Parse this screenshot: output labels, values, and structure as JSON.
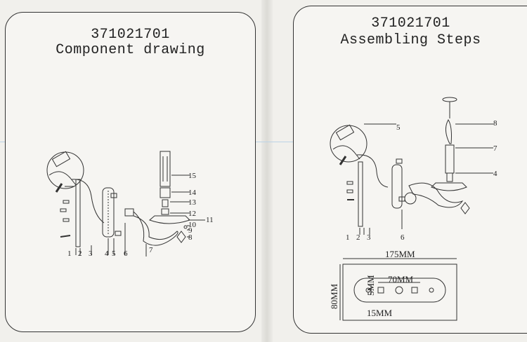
{
  "left_page": {
    "code": "371021701",
    "title": "Component drawing",
    "labels_bottom": [
      "1",
      "2",
      "3",
      "4",
      "5",
      "6",
      "7"
    ],
    "labels_side": [
      "15",
      "14",
      "13",
      "12",
      "11",
      "10",
      "9",
      "8"
    ]
  },
  "right_page": {
    "code": "371021701",
    "title": "Assembling Steps",
    "labels_side": [
      "5",
      "8",
      "7",
      "4"
    ],
    "labels_bottom": [
      "1",
      "2",
      "3",
      "6"
    ],
    "dimensions": {
      "width": "175MM",
      "height": "80MM",
      "hole_spacing": "70MM",
      "inner_height": "5MM",
      "inner_width": "15MM"
    }
  }
}
